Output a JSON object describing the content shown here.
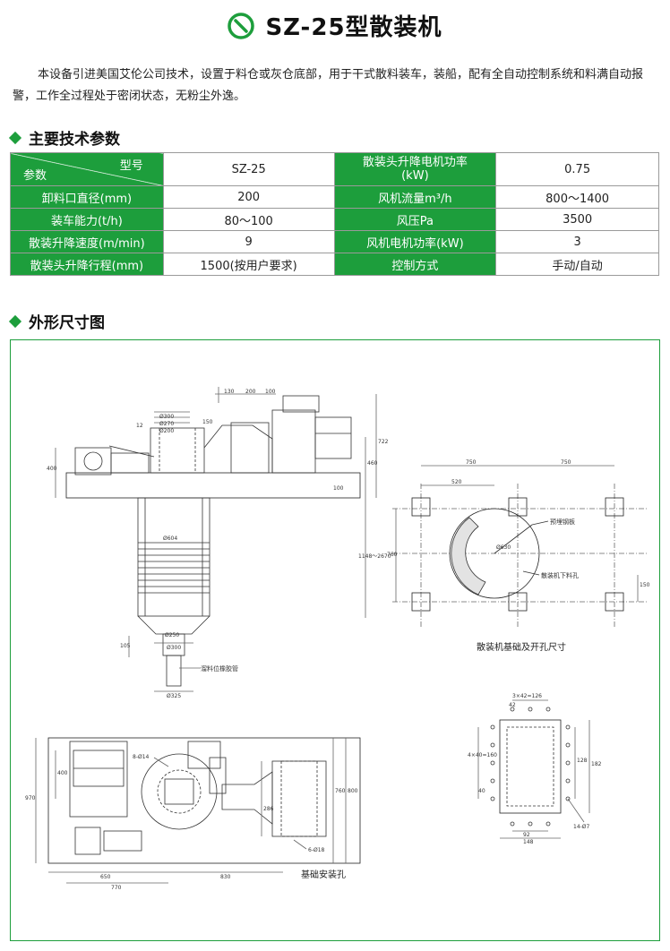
{
  "header": {
    "title": "SZ-25型散装机",
    "logo_icon": "green-circle-logo-icon"
  },
  "intro": "本设备引进美国艾伦公司技术，设置于料仓或灰仓底部，用于干式散料装车，装船，配有全自动控制系统和料满自动报警，工作全过程处于密闭状态，无粉尘外逸。",
  "section_params": {
    "title": "主要技术参数"
  },
  "params_table": {
    "corner_top": "型号",
    "corner_bottom": "参数",
    "rows": [
      {
        "l1": "",
        "v1": "SZ-25",
        "l2": "散装头升降电机功率\n(kW)",
        "v2": "0.75"
      },
      {
        "l1": "卸料口直径(mm)",
        "v1": "200",
        "l2": "风机流量m³/h",
        "v2": "800～1400"
      },
      {
        "l1": "装车能力(t/h)",
        "v1": "80～100",
        "l2": "风压Pa",
        "v2": "3500"
      },
      {
        "l1": "散装升降速度(m/min)",
        "v1": "9",
        "l2": "风机电机功率(kW)",
        "v2": "3"
      },
      {
        "l1": "散装头升降行程(mm)",
        "v1": "1500(按用户要求)",
        "l2": "控制方式",
        "v2": "手动/自动"
      }
    ]
  },
  "section_drawing": {
    "title": "外形尺寸图"
  },
  "drawing": {
    "captions": {
      "foundation": "散装机基础及开孔尺寸",
      "install_holes": "基础安装孔",
      "pipe": "溜料位橡胶管",
      "embed_plate": "预埋钢板",
      "discharge_hole": "散装机下料孔"
    },
    "dims": {
      "d130": "130",
      "d200": "200",
      "d100": "100",
      "d300": "Ø300",
      "d270": "Ø270",
      "d200b": "Ø200",
      "d150": "150",
      "d12": "12",
      "d400": "400",
      "d460": "460",
      "d722": "722",
      "d100b": "100",
      "d604": "Ø604",
      "d1148": "1148～2670",
      "d250": "Ø250",
      "d300b": "Ø300",
      "d105": "105",
      "d325": "Ø325",
      "d750a": "750",
      "d750b": "750",
      "d520": "520",
      "d760": "760",
      "d150b": "150",
      "d630": "Ø630",
      "d126": "3×42=126",
      "d42": "42",
      "d160": "4×40=160",
      "d40": "40",
      "d128": "128",
      "d182": "182",
      "d92": "92",
      "d148": "148",
      "d14": "14-Ø7",
      "d8_14": "8-Ø14",
      "d6_18": "6-Ø18",
      "d650": "650",
      "d830": "830",
      "d770": "770",
      "d970": "970",
      "d400c": "400",
      "d760b": "760",
      "d800": "800",
      "d286": "286"
    }
  }
}
